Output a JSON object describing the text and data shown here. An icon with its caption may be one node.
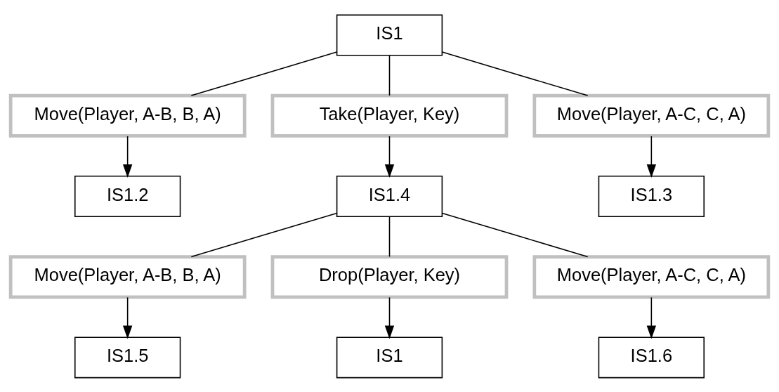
{
  "diagram": {
    "nodes": [
      {
        "text": [
          "IS1"
        ]
      },
      {
        "text": [
          "Move(Player, A-B, B, A)"
        ]
      },
      {
        "text": [
          "Take(Player, Key)"
        ]
      },
      {
        "text": [
          "Move(Player, A-C, C, A)"
        ]
      },
      {
        "text": [
          "IS1.2"
        ]
      },
      {
        "text": [
          "IS1.4"
        ]
      },
      {
        "text": [
          "IS1.3"
        ]
      },
      {
        "text": [
          "Move(Player, A-B, B, A)"
        ]
      },
      {
        "text": [
          "Drop(Player, Key)"
        ]
      },
      {
        "text": [
          "Move(Player, A-C, C, A)"
        ]
      },
      {
        "text": [
          "IS1.5"
        ]
      },
      {
        "text": [
          "IS1"
        ]
      },
      {
        "text": [
          "IS1.6"
        ]
      }
    ],
    "edges": [
      {
        "from": 0,
        "to": 1,
        "arrow": "none"
      },
      {
        "from": 0,
        "to": 2,
        "arrow": "none"
      },
      {
        "from": 0,
        "to": 3,
        "arrow": "none"
      },
      {
        "from": 1,
        "to": 4,
        "arrow": "to"
      },
      {
        "from": 2,
        "to": 5,
        "arrow": "to"
      },
      {
        "from": 3,
        "to": 6,
        "arrow": "to"
      },
      {
        "from": 5,
        "to": 7,
        "arrow": "none"
      },
      {
        "from": 5,
        "to": 8,
        "arrow": "none"
      },
      {
        "from": 5,
        "to": 9,
        "arrow": "none"
      },
      {
        "from": 7,
        "to": 10,
        "arrow": "to"
      },
      {
        "from": 8,
        "to": 11,
        "arrow": "to"
      },
      {
        "from": 9,
        "to": 12,
        "arrow": "to"
      }
    ]
  }
}
